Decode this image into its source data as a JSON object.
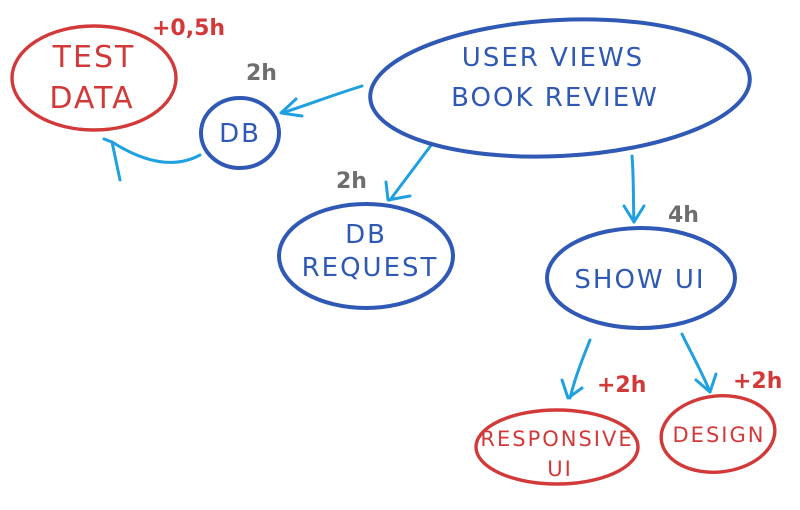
{
  "diagram": {
    "root": {
      "line1": "USER VIEWS",
      "line2": "BOOK REVIEW"
    },
    "db": {
      "label": "DB",
      "estimate": "2h"
    },
    "test_data": {
      "line1": "TEST",
      "line2": "DATA",
      "estimate": "+0,5h"
    },
    "db_request": {
      "line1": "DB",
      "line2": "REQUEST",
      "estimate": "2h"
    },
    "show_ui": {
      "label": "SHOW UI",
      "estimate": "4h"
    },
    "responsive_ui": {
      "line1": "RESPONSIVE",
      "line2": "UI",
      "estimate": "+2h"
    },
    "design": {
      "label": "DESIGN",
      "estimate": "+2h"
    },
    "colors": {
      "task_blue": "#2f59b5",
      "extra_red": "#d23a3a",
      "arrow": "#1fa0df",
      "estimate_gray": "#6e6e6e"
    }
  }
}
